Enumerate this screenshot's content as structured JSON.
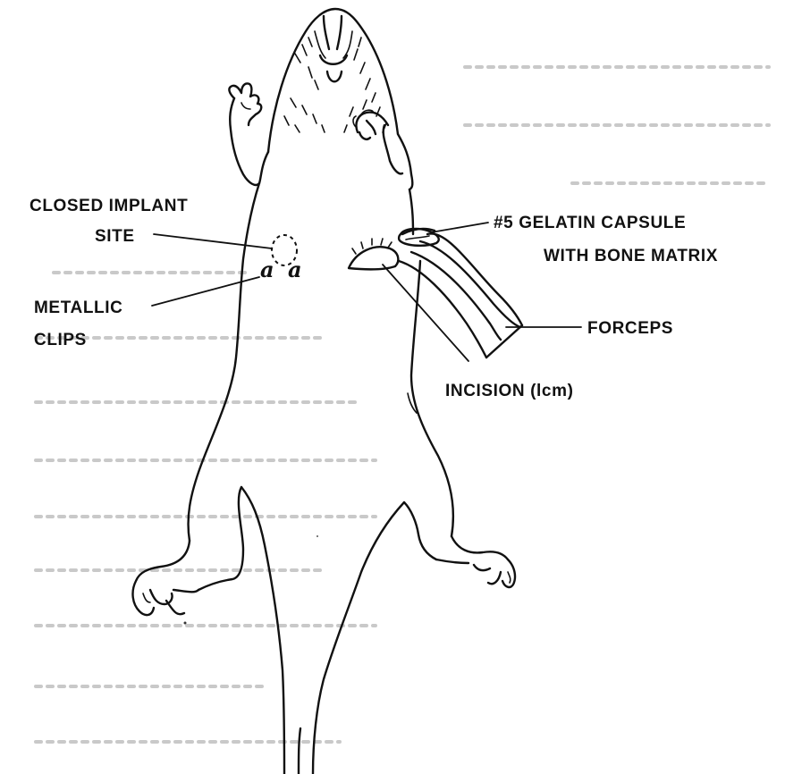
{
  "labels": {
    "closed_implant_site_line1": "CLOSED IMPLANT",
    "closed_implant_site_line2": "SITE",
    "metallic_clips_line1": "METALLIC",
    "metallic_clips_line2": "CLIPS",
    "capsule_line1": "#5 GELATIN CAPSULE",
    "capsule_line2": "WITH BONE MATRIX",
    "forceps": "FORCEPS",
    "incision": "INCISION (lcm)"
  },
  "clip_glyph": "a"
}
